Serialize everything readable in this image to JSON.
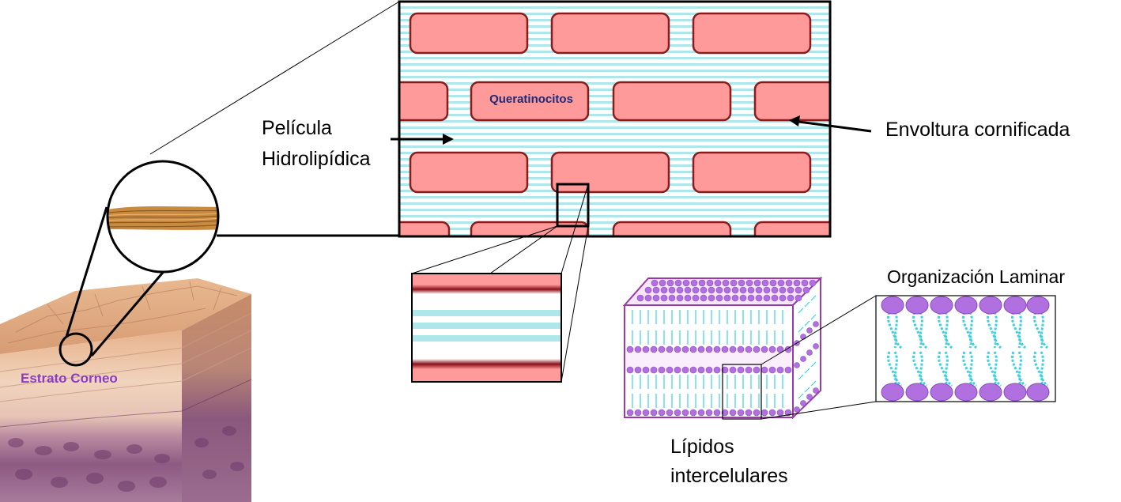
{
  "labels": {
    "queratinocitos": "Queratinocitos",
    "pelicula_line1": "Película",
    "pelicula_line2": "Hidrolipídica",
    "envoltura": "Envoltura cornificada",
    "estrato": "Estrato Corneo",
    "organizacion": "Organización Laminar",
    "lipidos_line1": "Lípidos",
    "lipidos_line2": "intercelulares"
  },
  "colors": {
    "cell_fill": "#ff9a9a",
    "cell_stroke": "#8b1a1a",
    "stripe": "#aee6ea",
    "lipid_head": "#b070e0",
    "lipid_tail": "#3ed0e0",
    "box_outline": "#9a3aa8",
    "label_purple": "#8a3cc8",
    "label_navy": "#1e2a78"
  },
  "icons": [
    "magnifier-circle-icon",
    "arrow-icon"
  ]
}
